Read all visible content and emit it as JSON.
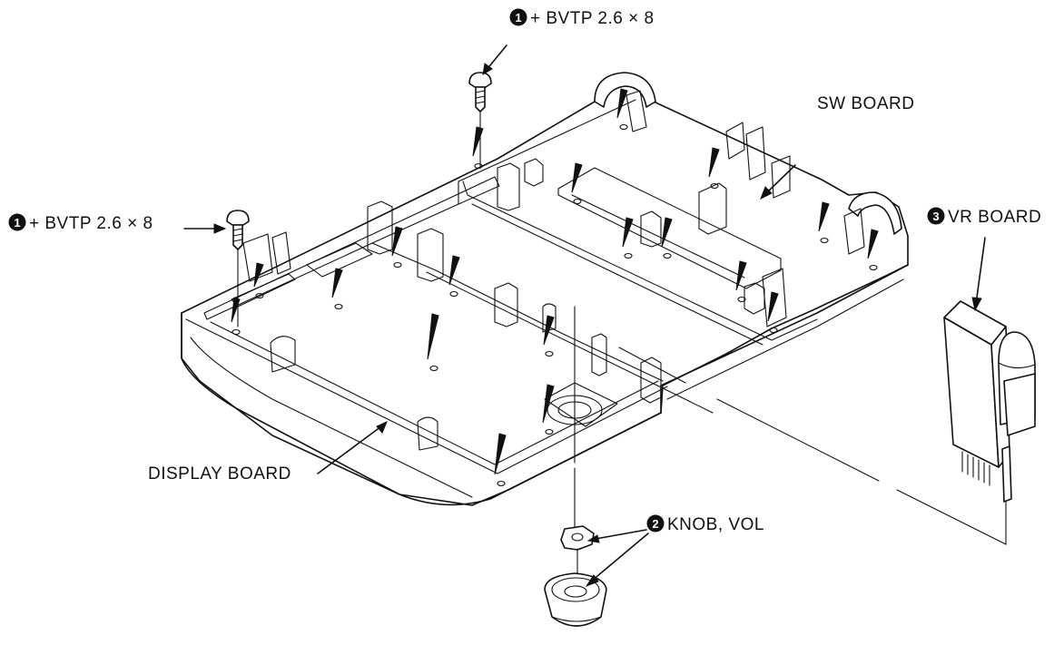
{
  "labels": {
    "screw_top": {
      "num": "1",
      "text": "+ BVTP 2.6 × 8"
    },
    "screw_left": {
      "num": "1",
      "text": "+ BVTP 2.6 × 8"
    },
    "sw_board": "SW BOARD",
    "vr_board": {
      "num": "3",
      "text": "VR BOARD"
    },
    "display_board": "DISPLAY BOARD",
    "knob_vol": {
      "num": "2",
      "text": "KNOB, VOL"
    }
  }
}
